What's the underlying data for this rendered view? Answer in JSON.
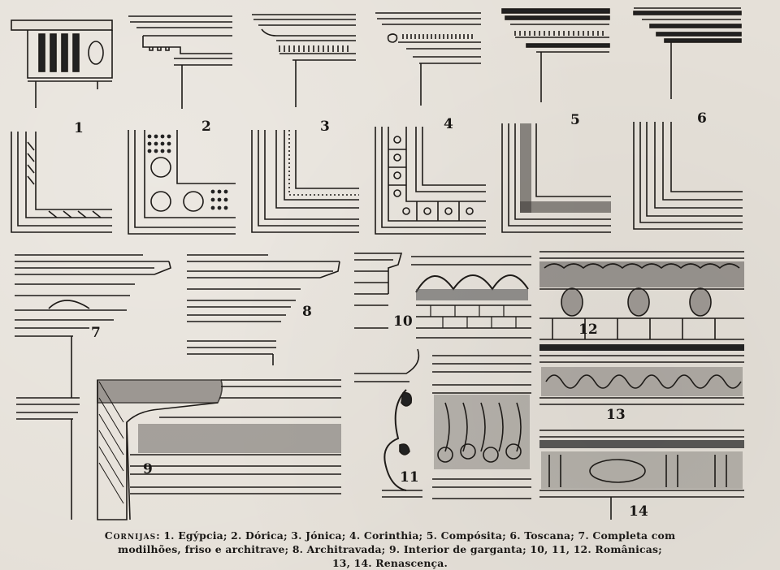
{
  "figure_numbers": {
    "n1": "1",
    "n2": "2",
    "n3": "3",
    "n4": "4",
    "n5": "5",
    "n6": "6",
    "n7": "7",
    "n8": "8",
    "n9": "9",
    "n10": "10",
    "n11": "11",
    "n12": "12",
    "n13": "13",
    "n14": "14"
  },
  "caption": {
    "heading": "Cornijas",
    "line1": ": 1. Egýpcia; 2. Dórica; 3. Jónica; 4. Corinthia; 5. Compósita; 6. Toscana; 7. Completa com",
    "line2": "modilhões, friso e architrave; 8. Architravada; 9. Interior de garganta; 10, 11, 12. Românicas;",
    "line3": "13, 14. Renascença."
  }
}
